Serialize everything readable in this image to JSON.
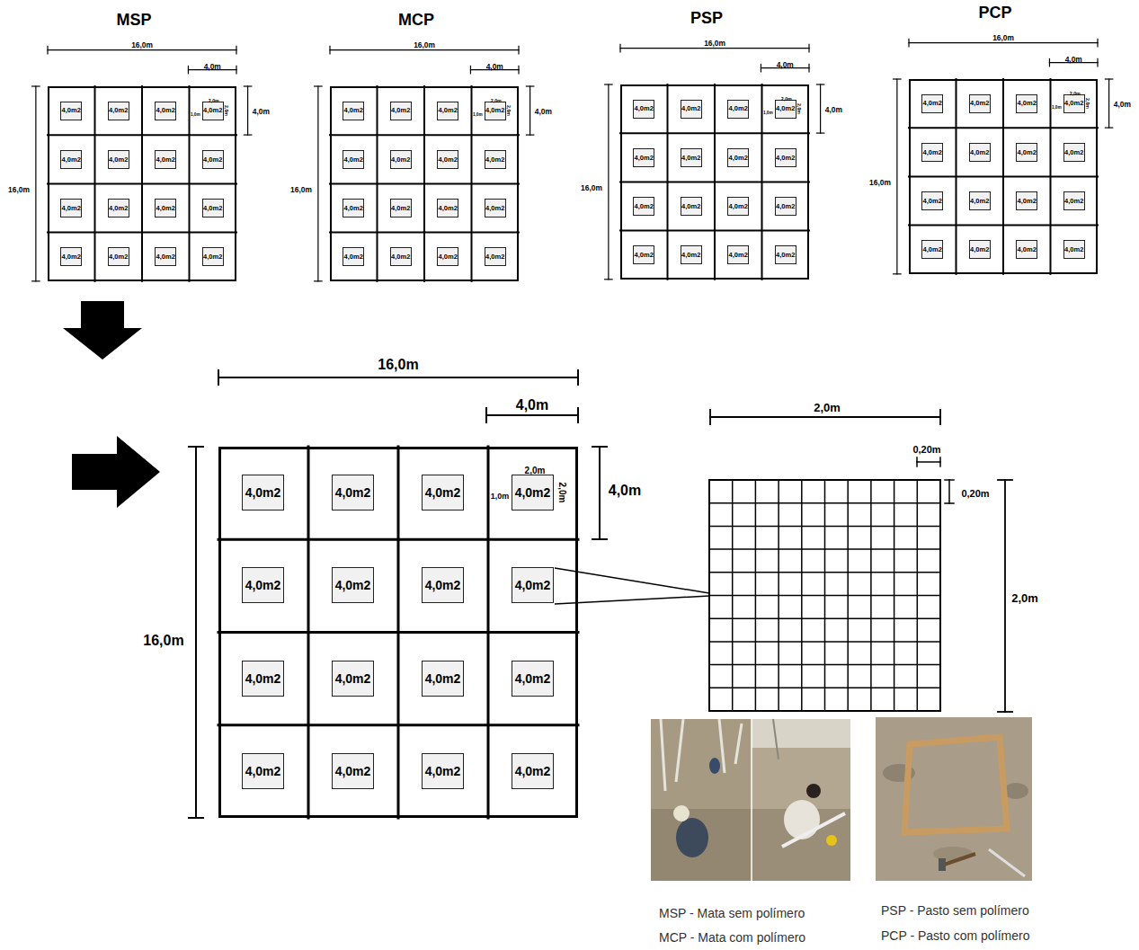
{
  "diagram": {
    "nodes": [
      {
        "text": [
          "MSP"
        ]
      },
      {
        "text": [
          "4,0m2"
        ],
        "in": 0
      },
      {
        "text": [
          "4,0m2"
        ],
        "in": 0
      },
      {
        "text": [
          "4,0m2"
        ],
        "in": 0
      },
      {
        "text": [
          "4,0m2"
        ],
        "in": 0
      },
      {
        "text": [
          "4,0m2"
        ],
        "in": 0
      },
      {
        "text": [
          "4,0m2"
        ],
        "in": 0
      },
      {
        "text": [
          "4,0m2"
        ],
        "in": 0
      },
      {
        "text": [
          "4,0m2"
        ],
        "in": 0
      },
      {
        "text": [
          "4,0m2"
        ],
        "in": 0
      },
      {
        "text": [
          "4,0m2"
        ],
        "in": 0
      },
      {
        "text": [
          "4,0m2"
        ],
        "in": 0
      },
      {
        "text": [
          "4,0m2"
        ],
        "in": 0
      },
      {
        "text": [
          "4,0m2"
        ],
        "in": 0
      },
      {
        "text": [
          "4,0m2"
        ],
        "in": 0
      },
      {
        "text": [
          "4,0m2"
        ],
        "in": 0
      },
      {
        "text": [
          "4,0m2"
        ],
        "in": 0
      },
      {
        "text": [
          "MCP"
        ]
      },
      {
        "text": [
          "4,0m2"
        ],
        "in": 17
      },
      {
        "text": [
          "4,0m2"
        ],
        "in": 17
      },
      {
        "text": [
          "4,0m2"
        ],
        "in": 17
      },
      {
        "text": [
          "4,0m2"
        ],
        "in": 17
      },
      {
        "text": [
          "4,0m2"
        ],
        "in": 17
      },
      {
        "text": [
          "4,0m2"
        ],
        "in": 17
      },
      {
        "text": [
          "4,0m2"
        ],
        "in": 17
      },
      {
        "text": [
          "4,0m2"
        ],
        "in": 17
      },
      {
        "text": [
          "4,0m2"
        ],
        "in": 17
      },
      {
        "text": [
          "4,0m2"
        ],
        "in": 17
      },
      {
        "text": [
          "4,0m2"
        ],
        "in": 17
      },
      {
        "text": [
          "4,0m2"
        ],
        "in": 17
      },
      {
        "text": [
          "4,0m2"
        ],
        "in": 17
      },
      {
        "text": [
          "4,0m2"
        ],
        "in": 17
      },
      {
        "text": [
          "4,0m2"
        ],
        "in": 17
      },
      {
        "text": [
          "4,0m2"
        ],
        "in": 17
      },
      {
        "text": [
          "PSP"
        ]
      },
      {
        "text": [
          "4,0m2"
        ],
        "in": 34
      },
      {
        "text": [
          "4,0m2"
        ],
        "in": 34
      },
      {
        "text": [
          "4,0m2"
        ],
        "in": 34
      },
      {
        "text": [
          "4,0m2"
        ],
        "in": 34
      },
      {
        "text": [
          "4,0m2"
        ],
        "in": 34
      },
      {
        "text": [
          "4,0m2"
        ],
        "in": 34
      },
      {
        "text": [
          "4,0m2"
        ],
        "in": 34
      },
      {
        "text": [
          "4,0m2"
        ],
        "in": 34
      },
      {
        "text": [
          "4,0m2"
        ],
        "in": 34
      },
      {
        "text": [
          "4,0m2"
        ],
        "in": 34
      },
      {
        "text": [
          "4,0m2"
        ],
        "in": 34
      },
      {
        "text": [
          "4,0m2"
        ],
        "in": 34
      },
      {
        "text": [
          "4,0m2"
        ],
        "in": 34
      },
      {
        "text": [
          "4,0m2"
        ],
        "in": 34
      },
      {
        "text": [
          "4,0m2"
        ],
        "in": 34
      },
      {
        "text": [
          "4,0m2"
        ],
        "in": 34
      },
      {
        "text": [
          "PCP"
        ]
      },
      {
        "text": [
          "4,0m2"
        ],
        "in": 51
      },
      {
        "text": [
          "4,0m2"
        ],
        "in": 51
      },
      {
        "text": [
          "4,0m2"
        ],
        "in": 51
      },
      {
        "text": [
          "4,0m2"
        ],
        "in": 51
      },
      {
        "text": [
          "4,0m2"
        ],
        "in": 51
      },
      {
        "text": [
          "4,0m2"
        ],
        "in": 51
      },
      {
        "text": [
          "4,0m2"
        ],
        "in": 51
      },
      {
        "text": [
          "4,0m2"
        ],
        "in": 51
      },
      {
        "text": [
          "4,0m2"
        ],
        "in": 51
      },
      {
        "text": [
          "4,0m2"
        ],
        "in": 51
      },
      {
        "text": [
          "4,0m2"
        ],
        "in": 51
      },
      {
        "text": [
          "4,0m2"
        ],
        "in": 51
      },
      {
        "text": [
          "4,0m2"
        ],
        "in": 51
      },
      {
        "text": [
          "4,0m2"
        ],
        "in": 51
      },
      {
        "text": [
          "4,0m2"
        ],
        "in": 51
      },
      {
        "text": [
          "4,0m2"
        ],
        "in": 51
      },
      {
        "text": []
      },
      {
        "text": [
          "4,0m2"
        ],
        "in": 68
      },
      {
        "text": [
          "4,0m2"
        ],
        "in": 68
      },
      {
        "text": [
          "4,0m2"
        ],
        "in": 68
      },
      {
        "text": [
          "4,0m2"
        ],
        "in": 68
      },
      {
        "text": [
          "4,0m2"
        ],
        "in": 68
      },
      {
        "text": [
          "4,0m2"
        ],
        "in": 68
      },
      {
        "text": [
          "4,0m2"
        ],
        "in": 68
      },
      {
        "text": [
          "4,0m2"
        ],
        "in": 68
      },
      {
        "text": [
          "4,0m2"
        ],
        "in": 68
      },
      {
        "text": [
          "4,0m2"
        ],
        "in": 68
      },
      {
        "text": [
          "4,0m2"
        ],
        "in": 68
      },
      {
        "text": [
          "4,0m2"
        ],
        "in": 68
      },
      {
        "text": [
          "4,0m2"
        ],
        "in": 68
      },
      {
        "text": [
          "4,0m2"
        ],
        "in": 68
      },
      {
        "text": [
          "4,0m2"
        ],
        "in": 68
      },
      {
        "text": [
          "4,0m2"
        ],
        "in": 68
      }
    ],
    "labels": [
      "16,0m",
      "4,0m",
      "4,0m",
      "16,0m",
      "2,0m",
      "1,0m",
      "2,0m",
      "16,0m",
      "4,0m",
      "4,0m",
      "16,0m",
      "2,0m",
      "1,0m",
      "2,0m",
      "16,0m",
      "4,0m",
      "4,0m",
      "16,0m",
      "2,0m",
      "1,0m",
      "2,0m",
      "16,0m",
      "4,0m",
      "4,0m",
      "16,0m",
      "2,0m",
      "1,0m",
      "2,0m",
      "16,0m",
      "4,0m",
      "4,0m",
      "16,0m",
      "2,0m",
      "1,0m",
      "2,0m",
      "2,0m",
      "0,20m",
      "0,20m",
      "2,0m",
      "MSP - Mata sem polímero",
      "MCP - Mata com polímero",
      "PSP - Pasto sem polímero",
      "PCP - Pasto com polímero"
    ]
  }
}
